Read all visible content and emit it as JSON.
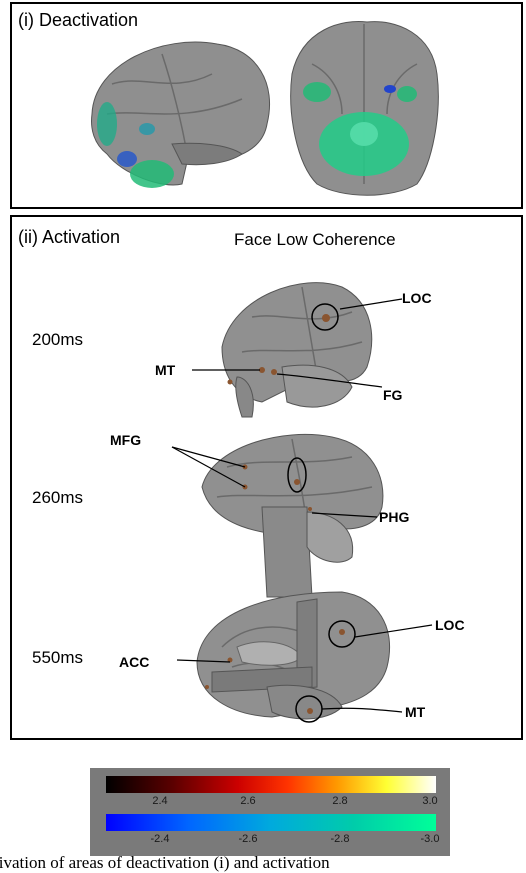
{
  "panel_i": {
    "label": "(i) Deactivation"
  },
  "panel_ii": {
    "label": "(ii) Activation",
    "title": "Face Low Coherence",
    "times": [
      "200ms",
      "260ms",
      "550ms"
    ],
    "regions": {
      "row1": [
        "LOC",
        "MT",
        "FG"
      ],
      "row2": [
        "MFG",
        "PHG"
      ],
      "row3": [
        "LOC",
        "ACC",
        "MT"
      ]
    }
  },
  "colorbar": {
    "positive_ticks": [
      "2.4",
      "2.6",
      "2.8",
      "3.0"
    ],
    "negative_ticks": [
      "-2.4",
      "-2.6",
      "-2.8",
      "-3.0"
    ],
    "positive_colors": [
      "#000000",
      "#cc0000",
      "#ff9900",
      "#ffff33",
      "#ffffff"
    ],
    "negative_colors": [
      "#0000ff",
      "#0066ff",
      "#00aadd",
      "#00ff99"
    ]
  },
  "caption": "tivation of areas of deactivation (i) and activation"
}
